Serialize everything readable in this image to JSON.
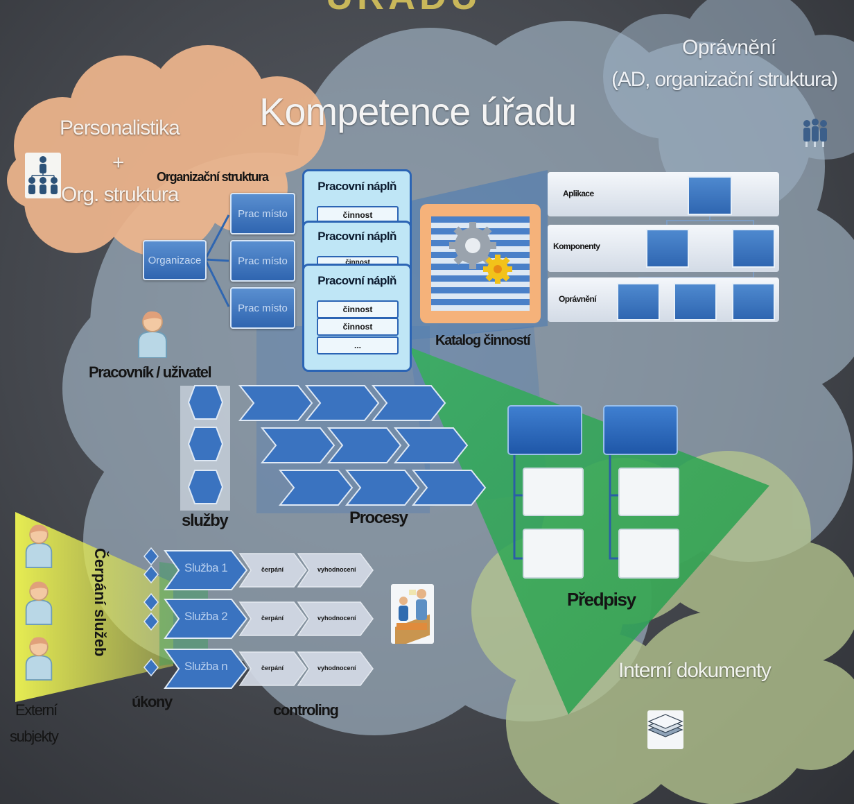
{
  "title": "Kompetence úřadu",
  "heading_partial": "ÚŘADU",
  "clouds": {
    "personalistika": {
      "line1": "Personalistika",
      "plus": "+",
      "line2": "Org. struktura"
    },
    "opravneni": {
      "line1": "Oprávnění",
      "line2": "(AD, organizační struktura)"
    },
    "interni": "Interní dokumenty"
  },
  "org": {
    "label": "Organizační struktura",
    "root": "Organizace",
    "children": [
      "Prac místo",
      "Prac místo",
      "Prac místo"
    ]
  },
  "napln": {
    "cards": [
      {
        "title": "Pracovní náplň",
        "rows": [
          "činnost"
        ]
      },
      {
        "title": "Pracovní náplň",
        "rows": [
          "činnost"
        ]
      },
      {
        "title": "Pracovní náplň",
        "rows": [
          "činnost",
          "činnost",
          "..."
        ]
      }
    ]
  },
  "katalog": "Katalog činností",
  "apps": {
    "rows": [
      "Aplikace",
      "Komponenty",
      "Oprávnění"
    ]
  },
  "pracovnik": "Pracovník / uživatel",
  "sluzby_label": "služby",
  "procesy_label": "Procesy",
  "predpisy_label": "Předpisy",
  "cerpani": "Čerpání služeb",
  "externi": {
    "line1": "Externí",
    "line2": "subjekty"
  },
  "ukony": "úkony",
  "controling": "controling",
  "services": [
    {
      "name": "Služba 1",
      "steps": [
        "čerpání",
        "vyhodnocení"
      ]
    },
    {
      "name": "Služba 2",
      "steps": [
        "čerpání",
        "vyhodnocení"
      ]
    },
    {
      "name": "Služba n",
      "steps": [
        "čerpání",
        "vyhodnocení"
      ]
    }
  ],
  "colors": {
    "accent_blue": "#2f66b1",
    "green_triangle": "#2eaa55",
    "yellow_funnel": "#e3e84a",
    "cloud_peach": "#f2b88e",
    "cloud_blue": "#9fb3c6",
    "cloud_olive": "#a7ba80",
    "catalog_orange": "#f5b27a"
  },
  "icons": [
    "org-chart-icon",
    "group-icon",
    "user-icon",
    "gear-icon",
    "meeting-icon",
    "documents-icon"
  ]
}
